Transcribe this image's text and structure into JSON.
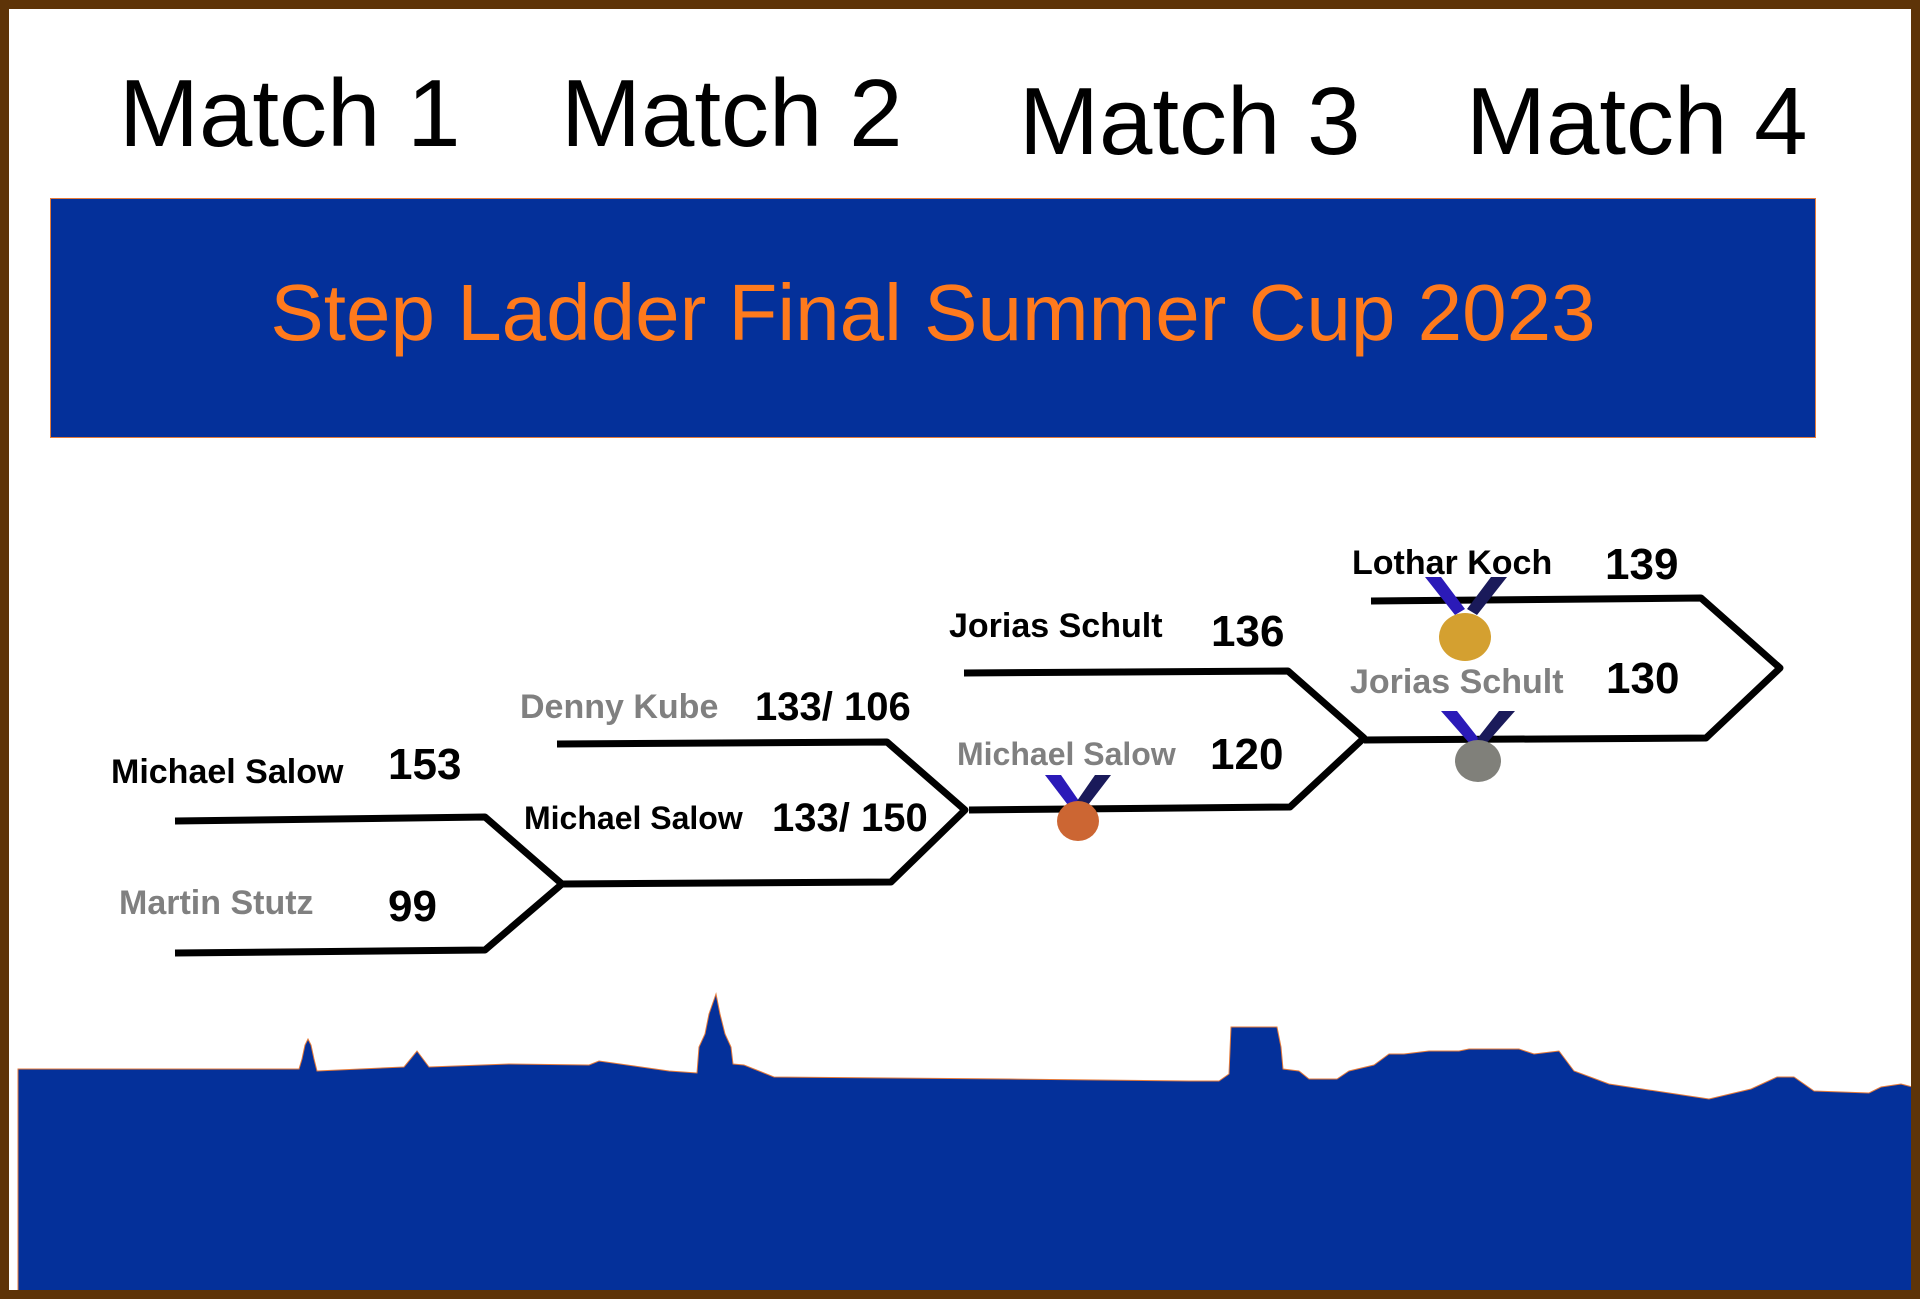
{
  "matches": [
    "Match 1",
    "Match 2",
    "Match 3",
    "Match 4"
  ],
  "banner": {
    "title": "Step Ladder Final Summer Cup 2023"
  },
  "colors": {
    "banner_bg": "#04309a",
    "title": "#ff7a1c",
    "frame": "#5e3408",
    "winner_text": "#000000",
    "loser_text": "#808080",
    "gold": "#d4a030",
    "silver": "#80807a",
    "bronze": "#cc6633",
    "ribbon": "#2b1ab8"
  },
  "bracket": {
    "match1": {
      "top": {
        "name": "Michael Salow",
        "score": "153",
        "status": "winner"
      },
      "bottom": {
        "name": "Martin Stutz",
        "score": "99",
        "status": "loser"
      }
    },
    "match2": {
      "top": {
        "name": "Denny Kube",
        "score": "133/ 106",
        "status": "loser"
      },
      "bottom": {
        "name": "Michael Salow",
        "score": "133/ 150",
        "status": "winner"
      }
    },
    "match3": {
      "top": {
        "name": "Jorias Schult",
        "score": "136",
        "status": "winner"
      },
      "bottom": {
        "name": "Michael Salow",
        "score": "120",
        "status": "loser",
        "medal": "bronze-medal-icon"
      }
    },
    "match4": {
      "top": {
        "name": "Lothar Koch",
        "score": "139",
        "status": "winner",
        "medal": "gold-medal-icon"
      },
      "bottom": {
        "name": "Jorias Schult",
        "score": "130",
        "status": "loser",
        "medal": "silver-medal-icon"
      }
    }
  },
  "skyline": {
    "icon": "city-skyline-silhouette"
  }
}
